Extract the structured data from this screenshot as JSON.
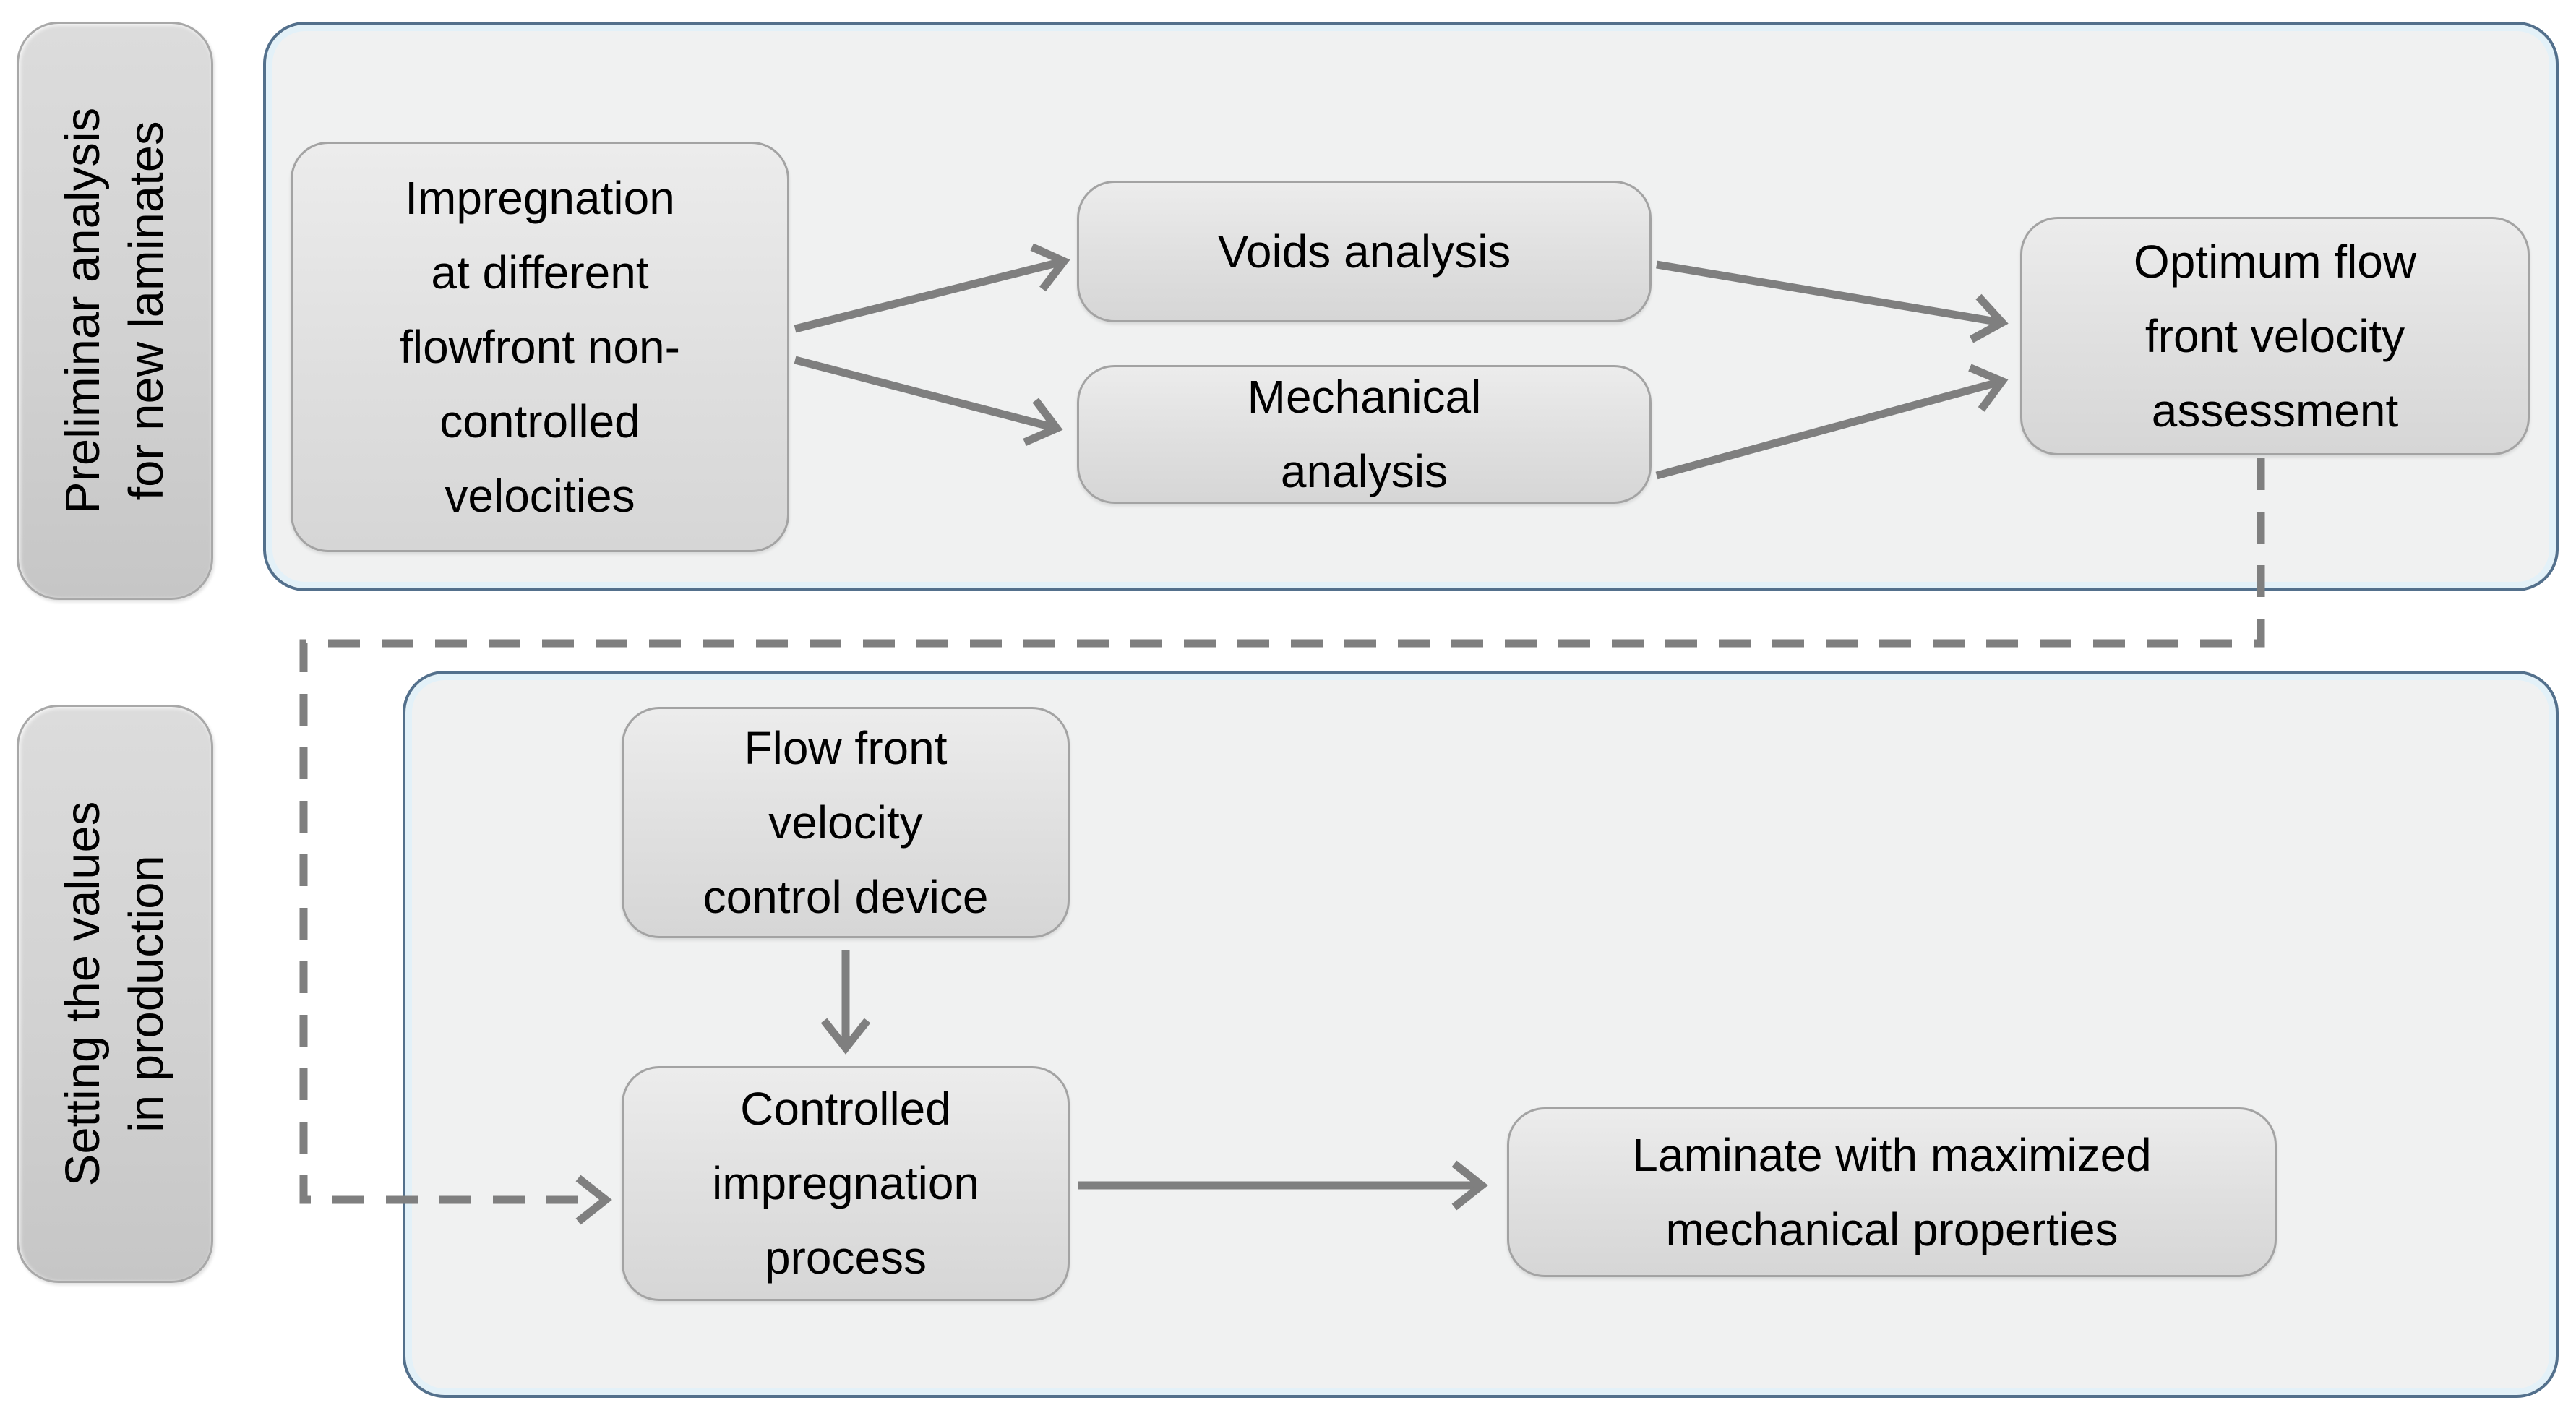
{
  "diagram": {
    "section_preliminary": {
      "side_label": {
        "lines": [
          "Preliminar analysis",
          "for new laminates"
        ]
      },
      "boxes": {
        "impregnation": {
          "lines": [
            "Impregnation",
            "at different",
            "flowfront non-",
            "controlled",
            "velocities"
          ]
        },
        "voids": {
          "lines": [
            "Voids analysis"
          ]
        },
        "mechanical": {
          "lines": [
            "Mechanical",
            "analysis"
          ]
        },
        "optimum": {
          "lines": [
            "Optimum flow",
            "front velocity",
            "assessment"
          ]
        }
      }
    },
    "section_production": {
      "side_label": {
        "lines": [
          "Setting the values",
          "in production"
        ]
      },
      "boxes": {
        "flow_device": {
          "lines": [
            "Flow front",
            "velocity",
            "control device"
          ]
        },
        "controlled": {
          "lines": [
            "Controlled",
            "impregnation",
            "process"
          ]
        },
        "laminate": {
          "lines": [
            "Laminate with maximized",
            "mechanical properties"
          ]
        }
      }
    },
    "arrows": {
      "impregnation_to_voids": "solid",
      "impregnation_to_mechanical": "solid",
      "voids_to_optimum": "solid",
      "mechanical_to_optimum": "solid",
      "flow_device_to_controlled": "solid",
      "controlled_to_laminate": "solid",
      "optimum_to_controlled": "dashed"
    },
    "colors": {
      "container_border": "#53708c",
      "container_fill": "#f0f1f1",
      "container_inner_glow": "#e3f1f8",
      "box_fill": "#dfdfdf",
      "box_border": "#a3a3a3",
      "label_fill_light": "#dcdcdc",
      "label_fill_dark": "#c6c6c6",
      "arrow_color": "#7f7f7f",
      "text_color": "#000000",
      "page_bg": "#ffffff"
    }
  }
}
